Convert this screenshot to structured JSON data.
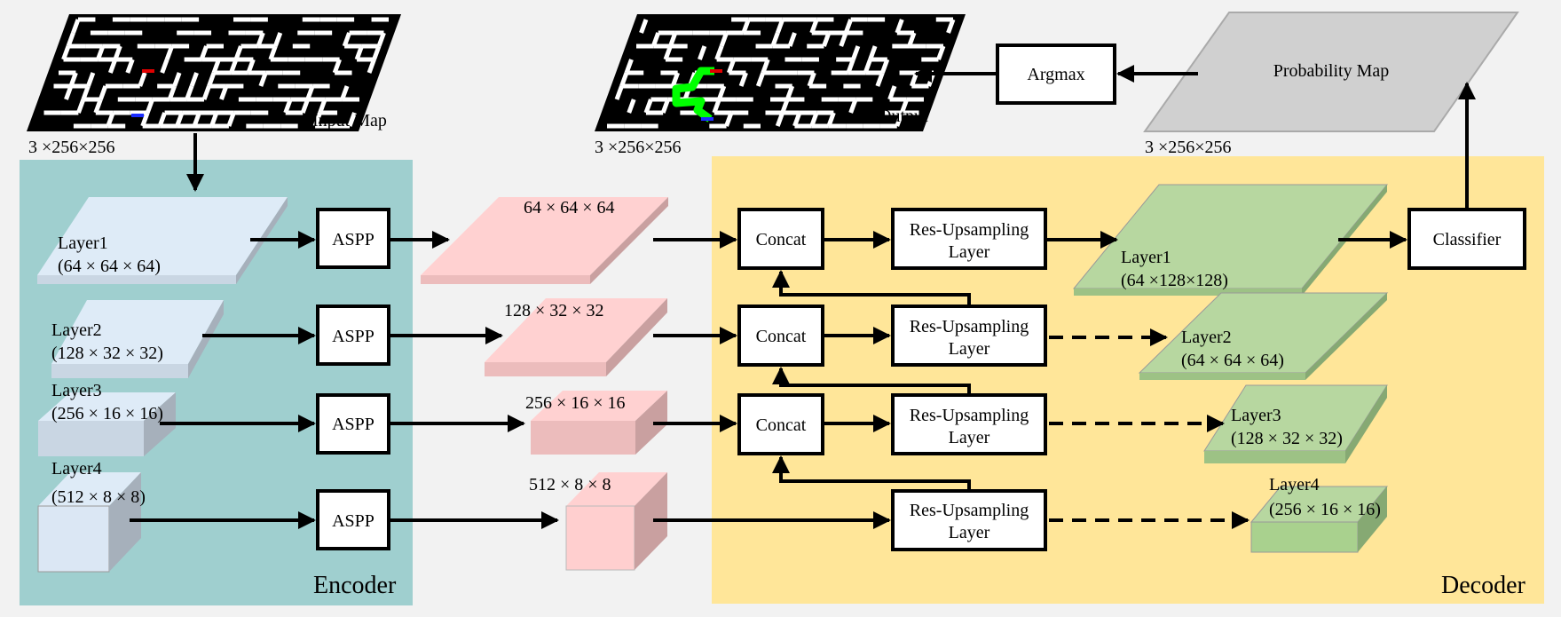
{
  "labels": {
    "encoder": "Encoder",
    "decoder": "Decoder",
    "input_map": "Input Map",
    "output": "Output",
    "input_dims": "3 ×256×256",
    "output_dims": "3 ×256×256",
    "prob_dims": "3 ×256×256",
    "probability_map": "Probability Map",
    "argmax": "Argmax",
    "classifier": "Classifier",
    "aspp": "ASPP",
    "concat": "Concat",
    "res_up_1": "Res-Upsampling",
    "res_up_2": "Layer"
  },
  "encoder_layers": [
    {
      "name": "Layer1",
      "dims": "(64 × 64 × 64)"
    },
    {
      "name": "Layer2",
      "dims": "(128 ×  32 × 32)"
    },
    {
      "name": "Layer3",
      "dims": "(256 × 16 × 16)"
    },
    {
      "name": "Layer4",
      "dims": "(512 ×  8 × 8)"
    }
  ],
  "aspp_outputs": [
    "64 × 64 × 64",
    "128 ×  32 × 32",
    "256 × 16 × 16",
    "512 ×  8 × 8"
  ],
  "decoder_layers": [
    {
      "name": "Layer1",
      "dims": "(64 ×128×128)"
    },
    {
      "name": "Layer2",
      "dims": "(64 × 64 × 64)"
    },
    {
      "name": "Layer3",
      "dims": "(128 ×  32 × 32)"
    },
    {
      "name": "Layer4",
      "dims": "(256 × 16 × 16)"
    }
  ],
  "colors": {
    "encoder_bg": "#9fcfcf",
    "decoder_bg": "#ffe699",
    "encoder_block": "#deebf7",
    "aspp_block": "#ffd1d1",
    "decoder_block": "#a9d18e",
    "probability_map": "#d0d0d0",
    "path": "#00ff00"
  }
}
